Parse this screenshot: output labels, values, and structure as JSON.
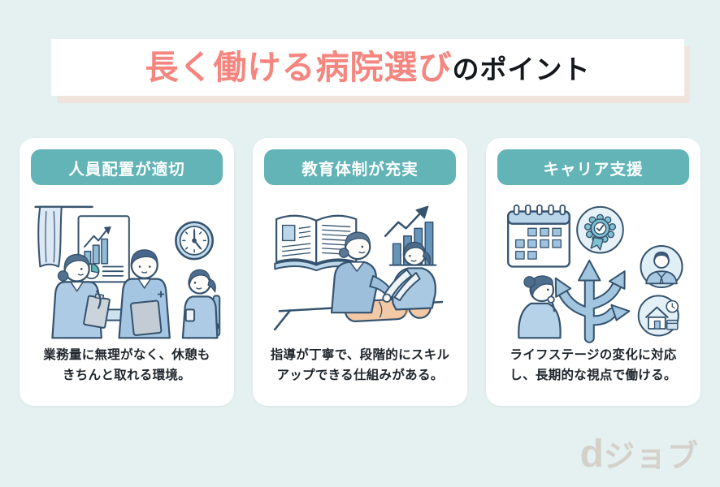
{
  "banner": {
    "title_highlight": "長く働ける病院選び",
    "title_suffix": "のポイント"
  },
  "cards": [
    {
      "header": "人員配置が適切",
      "description": "業務量に無理がなく、休憩も\nきちんと取れる環境。",
      "illustration": "nurses-staffing-scene"
    },
    {
      "header": "教育体制が充実",
      "description": "指導が丁寧で、段階的にスキル\nアップできる仕組みがある。",
      "illustration": "cpr-training-scene"
    },
    {
      "header": "キャリア支援",
      "description": "ライフステージの変化に対応\nし、長期的な視点で働ける。",
      "illustration": "career-path-scene"
    }
  ],
  "footer": {
    "logo_text_d": "d",
    "logo_text_kana": "ジョブ"
  },
  "colors": {
    "page_background": "#e4f1f0",
    "card_header_teal": "#62b4b6",
    "title_coral": "#f5867f",
    "title_dark": "#15181c",
    "banner_shadow": "#efe5de",
    "logo_gray": "#d4d0ca",
    "body_text": "#1d242b",
    "illustration_navy": "#35536f",
    "illustration_blue": "#aecbe5",
    "illustration_skin": "#f2c9a4"
  }
}
